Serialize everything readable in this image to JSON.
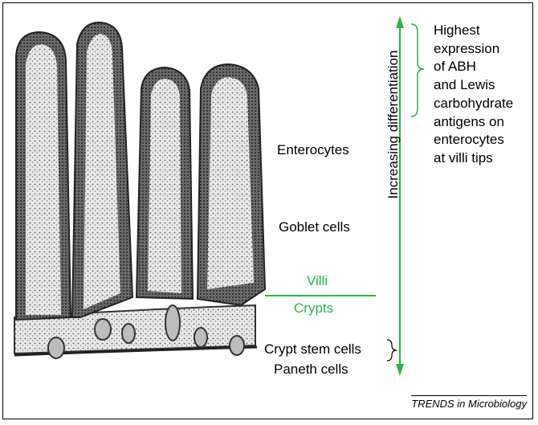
{
  "labels": {
    "villi": "Villi",
    "crypts": "Crypts",
    "enterocytes": "Enterocytes",
    "goblet_cells": "Goblet cells",
    "crypt_stem_cells": "Crypt stem cells",
    "paneth_cells": "Paneth cells",
    "differentiation_axis": "Increasing differentiation",
    "expression_note": [
      "Highest",
      "expression",
      "of ABH",
      "and Lewis",
      "carbohydrate",
      "antigens on",
      "enterocytes",
      "at villi tips"
    ],
    "source": "TRENDS in Microbiology"
  },
  "colors": {
    "accent_green": "#2bb34a",
    "tissue_dark": "#3a3a3a",
    "tissue_light": "#d9d9d9"
  }
}
